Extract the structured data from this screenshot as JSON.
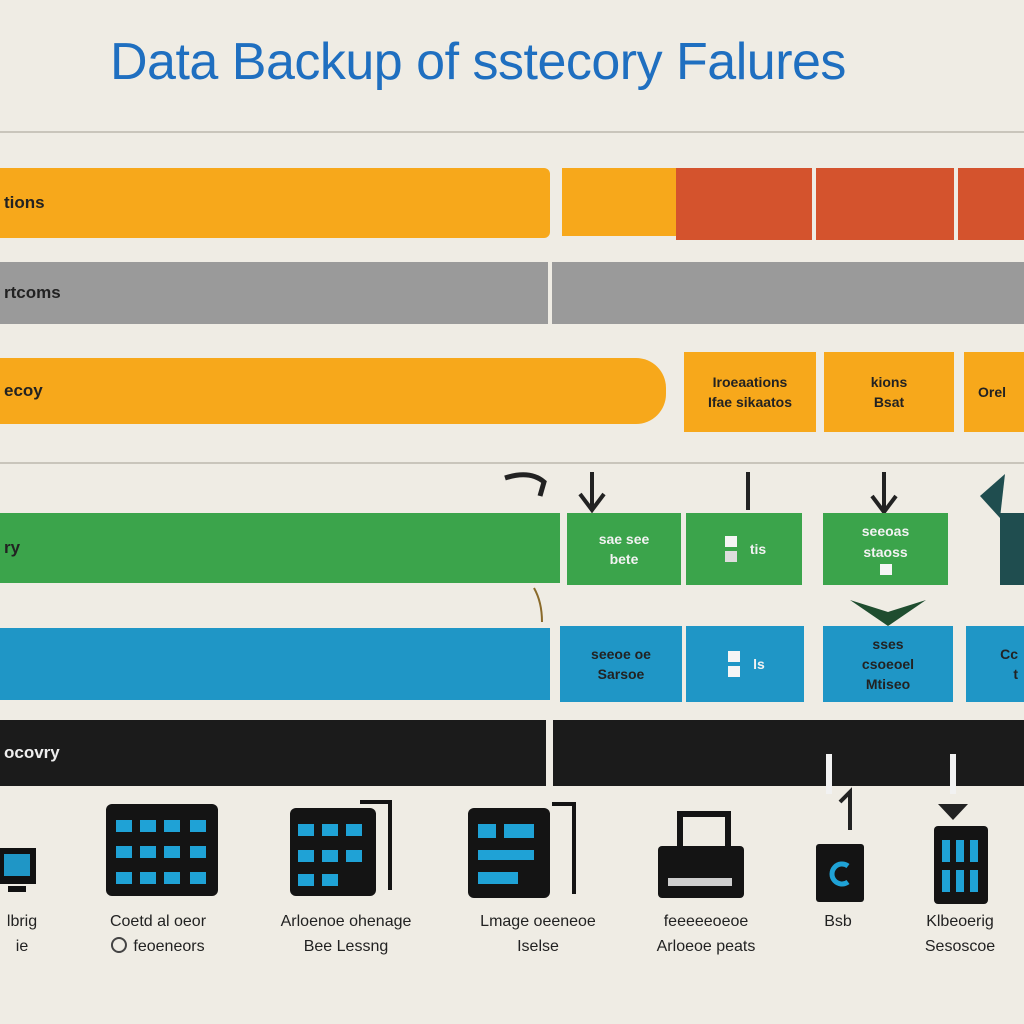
{
  "title": "Data Backup of sstecory Falures",
  "colors": {
    "orange": "#f7a81b",
    "red": "#d4532d",
    "gray": "#9a9a9a",
    "green": "#3ba44b",
    "blue": "#1f96c6",
    "black": "#1b1b1b",
    "title": "#1f6fc0"
  },
  "rows": [
    {
      "label": "tions"
    },
    {
      "label": "rtcoms"
    },
    {
      "label": "ecoy"
    },
    {
      "label": "ry"
    },
    {
      "label": ""
    },
    {
      "label": "ocovry"
    }
  ],
  "orange_boxes": [
    {
      "lines": [
        "Iroeaations",
        "Ifae sikaatos"
      ]
    },
    {
      "lines": [
        "kions",
        "Bsat"
      ]
    },
    {
      "lines": [
        "Orel"
      ]
    }
  ],
  "green_boxes": [
    {
      "lines": [
        "sae  see",
        "bete"
      ]
    },
    {
      "lines": [
        "tis"
      ]
    },
    {
      "lines": [
        "seeoas",
        "staoss"
      ]
    }
  ],
  "blue_boxes": [
    {
      "lines": [
        "seeoe oe",
        "Sarsoe"
      ]
    },
    {
      "lines": [
        "ls"
      ]
    },
    {
      "lines": [
        "sses",
        "csoeoel",
        "Mtiseo"
      ]
    },
    {
      "lines": [
        "Cc",
        "t"
      ]
    }
  ],
  "devices": [
    {
      "name": "monitor-icon",
      "caption": [
        "lbrig",
        "ie"
      ]
    },
    {
      "name": "server-rack-icon",
      "caption": [
        "Coetd al oeor",
        "feoeneors"
      ]
    },
    {
      "name": "server-rack-icon",
      "caption": [
        "Arloenoe ohenage",
        "Bee Lessng"
      ]
    },
    {
      "name": "server-rack-icon",
      "caption": [
        "Lmage oeeneoe",
        "Iselse"
      ]
    },
    {
      "name": "printer-icon",
      "caption": [
        "feeeeeoeoe",
        "Arloeoe peats"
      ]
    },
    {
      "name": "storage-drive-icon",
      "caption": [
        "Bsb"
      ]
    },
    {
      "name": "server-tower-icon",
      "caption": [
        "Klbeoerig",
        "Sesoscoe"
      ]
    }
  ]
}
